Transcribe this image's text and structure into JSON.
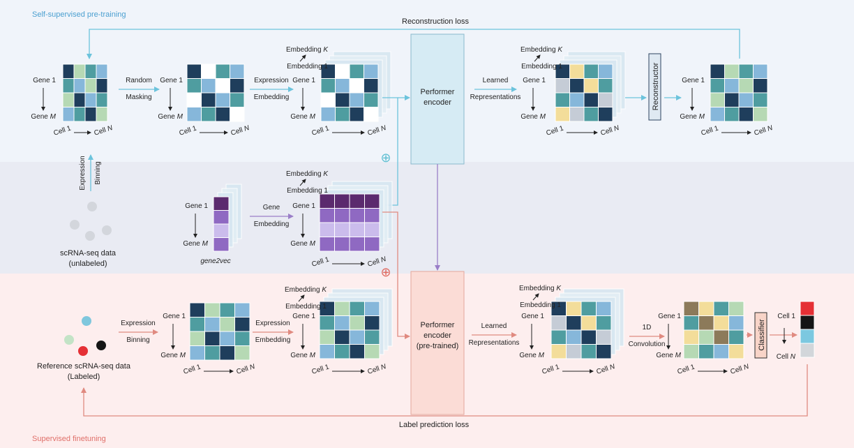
{
  "sections": {
    "top": "Self-supervised pre-training",
    "bottom": "Supervised finetuning"
  },
  "losses": {
    "reconstruction": "Reconstruction loss",
    "label_prediction": "Label prediction loss"
  },
  "matrix_labels": {
    "gene_first": "Gene 1",
    "gene_last": "Gene M",
    "cell_first": "Cell 1",
    "cell_last": "Cell N",
    "emb_first": "Embedding 1",
    "emb_last": "Embedding K"
  },
  "arrow_labels": {
    "random_masking": [
      "Random",
      "Masking"
    ],
    "expression_embedding": [
      "Expression",
      "Embedding"
    ],
    "learned_representations": [
      "Learned",
      "Representations"
    ],
    "expression_binning": [
      "Expression",
      "Binning"
    ],
    "gene_embedding": [
      "Gene",
      "Embedding"
    ],
    "conv1d": [
      "1D",
      "Convolution"
    ]
  },
  "vertical_labels": {
    "expression": "Expression",
    "binning": "Binning"
  },
  "blocks": {
    "encoder_top": [
      "Performer",
      "encoder"
    ],
    "encoder_bottom": [
      "Performer",
      "encoder",
      "(pre-trained)"
    ],
    "reconstructor": "Reconstructor",
    "classifier": "Classifier"
  },
  "datasets": {
    "unlabeled": [
      "scRNA-seq data",
      "(unlabeled)"
    ],
    "labeled": [
      "Reference scRNA-seq data",
      "(Labeled)"
    ]
  },
  "gene2vec": "gene2vec",
  "plus_symbol": "⊕",
  "colors": {
    "top_band": "#f0f4fa",
    "middle_band": "#e9ebf3",
    "bottom_band": "#fdeeee",
    "top_title": "#4a9fd0",
    "bottom_title": "#e0706a",
    "cyan_arrow": "#6cc3dc",
    "red_arrow": "#e08a80",
    "purple_arrow": "#9a7ec8",
    "encoder_top_fill": "#d6ebf4",
    "encoder_bottom_fill": "#fbdcd6",
    "navy": "#1f3e5c",
    "teal": "#4f9da0",
    "blue": "#86b7da",
    "green": "#b6d9b4",
    "yellow": "#f3dd9a",
    "olive": "#8c7a5a",
    "gray": "#c5ccd6",
    "purple_dark": "#5b2a6e",
    "purple_mid": "#8f69c2",
    "purple_light": "#cbbcec",
    "output_red": "#e53035",
    "output_black": "#151515",
    "output_blue": "#7cc8e0",
    "output_gray": "#d2d6da"
  }
}
